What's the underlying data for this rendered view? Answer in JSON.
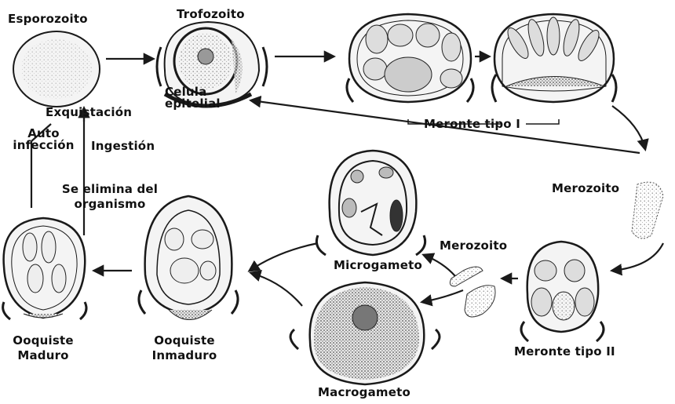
{
  "diagram": {
    "labels": {
      "esporozoito": "Esporozoito",
      "trofozoito": "Trofozoito",
      "celula_epitelial": "Celula\nepitelial",
      "exquistacion": "Exquistación",
      "auto_infeccion": "Auto\ninfección",
      "ingestion": "Ingestión",
      "se_elimina": "Se elimina del\norganismo",
      "meronte_tipo_1": "Meronte tipo I",
      "merozoito_1": "Merozoito",
      "merozoito_2": "Merozoito",
      "microgameto": "Microgameto",
      "macrogameto": "Macrogameto",
      "meronte_tipo_2": "Meronte tipo II",
      "ooquiste_inmaduro": "Ooquiste\nInmaduro",
      "ooquiste_maduro": "Ooquiste\nMaduro"
    }
  }
}
